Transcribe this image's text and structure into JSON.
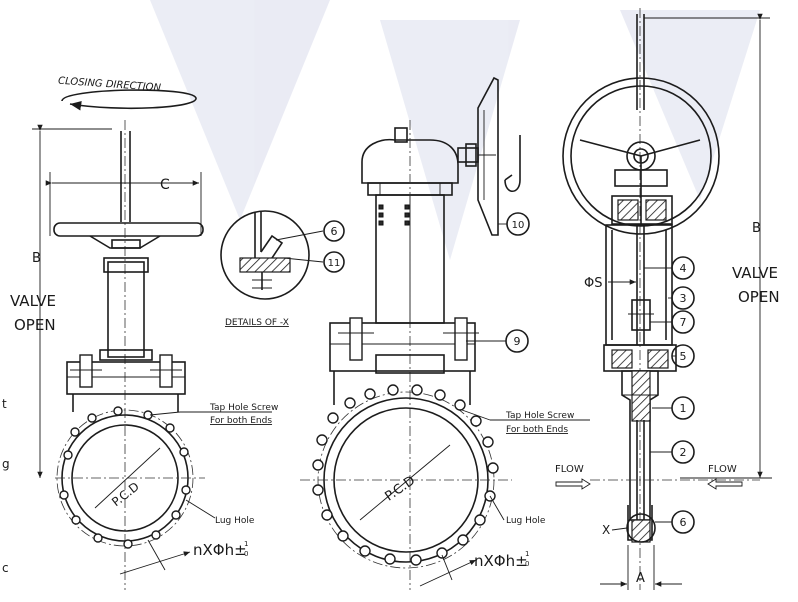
{
  "labels": {
    "closing_direction": "CLOSING DIRECTION",
    "dim_c": "C",
    "dim_b_left": "B",
    "valve_open_left_1": "VALVE",
    "valve_open_left_2": "OPEN",
    "details_x": "DETAILS OF -X",
    "tap_hole_left_1": "Tap Hole Screw",
    "tap_hole_left_2": "For both Ends",
    "tap_hole_mid_1": "Tap Hole Screw",
    "tap_hole_mid_2": "For both Ends",
    "pcd_left": "P.C.D",
    "pcd_mid": "P.C.D",
    "lug_hole_left": "Lug Hole",
    "lug_hole_mid": "Lug Hole",
    "nxphi_left": "nXΦh±",
    "nxphi_mid": "nXΦh±",
    "tol_top": "1",
    "tol_bottom": "0",
    "dim_b_right": "B",
    "valve_open_right_1": "VALVE",
    "valve_open_right_2": "OPEN",
    "phi_s": "ΦS",
    "flow_left": "FLOW",
    "flow_right": "FLOW",
    "dim_a": "A",
    "x_mark": "X",
    "edge_t": "t",
    "edge_g": "g",
    "edge_c": "c"
  },
  "balloons": {
    "b10": "10",
    "b9": "9",
    "b6_detail": "6",
    "b11": "11",
    "b4": "4",
    "b3": "3",
    "b7": "7",
    "b5": "5",
    "b1": "1",
    "b2": "2",
    "b6_side": "6"
  }
}
